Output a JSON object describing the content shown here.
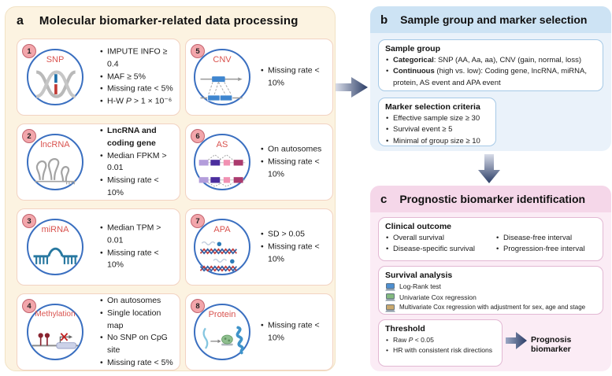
{
  "colors": {
    "arrow_navy": "#2b3d66",
    "panel_a_bg": "#fcf3e1",
    "panel_b_bg": "#eaf2fa",
    "panel_b_band": "#cde3f4",
    "panel_c_bg": "#fbecf5",
    "panel_c_band": "#f5d7e9",
    "card_border": "#f2d2c2",
    "circle_border": "#3a6fc0",
    "label_red": "#d9534f",
    "badge_pink": "#f2a6ab",
    "laptop_blue": "#4e8fd0",
    "laptop_green": "#83b97f",
    "laptop_tan": "#c9a96e"
  },
  "panel_a": {
    "letter": "a",
    "title": "Molecular biomarker-related data processing",
    "cards": [
      {
        "num": "1",
        "label": "SNP",
        "icon": "dna-double-helix-icon",
        "bullets": [
          "IMPUTE INFO ≥ 0.4",
          "MAF ≥ 5%",
          "Missing rate < 5%"
        ],
        "hw": {
          "pre": "H-W ",
          "p": "P",
          "post": " > 1 × 10⁻⁶"
        }
      },
      {
        "num": "2",
        "label": "lncRNA",
        "icon": "rna-hairpin-icon",
        "bold_bullet": "LncRNA and coding gene",
        "bullets": [
          "Median FPKM > 0.01",
          "Missing rate < 10%"
        ]
      },
      {
        "num": "3",
        "label": "miRNA",
        "icon": "mirna-hairpin-icon",
        "bullets": [
          "Median TPM > 0.01",
          "Missing rate < 10%"
        ]
      },
      {
        "num": "4",
        "label": "Methylation",
        "icon": "methylation-lollipop-icon",
        "bullets": [
          "On autosomes",
          "Single location map",
          "No SNP on CpG site",
          "Missing rate < 5%"
        ]
      },
      {
        "num": "5",
        "label": "CNV",
        "icon": "cnv-duplication-icon",
        "bullets": [
          "Missing rate < 10%"
        ]
      },
      {
        "num": "6",
        "label": "AS",
        "icon": "alternative-splicing-icon",
        "bullets": [
          "On autosomes",
          "Missing rate < 10%"
        ]
      },
      {
        "num": "7",
        "label": "APA",
        "icon": "apa-transcript-icon",
        "bullets": [
          "SD > 0.05",
          "Missing rate < 10%"
        ]
      },
      {
        "num": "8",
        "label": "Protein",
        "icon": "protein-structure-icon",
        "bullets": [
          "Missing rate < 10%"
        ]
      }
    ]
  },
  "panel_b": {
    "letter": "b",
    "title": "Sample group and marker selection",
    "sample_group": {
      "title": "Sample group",
      "items": [
        {
          "term": "Categorical",
          "rest": ": SNP (AA, Aa, aa), CNV (gain, normal, loss)"
        },
        {
          "term": "Continuous",
          "rest": " (high vs. low): Coding gene, lncRNA, miRNA, protein, AS event and APA event"
        }
      ]
    },
    "marker_criteria": {
      "title": "Marker selection criteria",
      "items": [
        "Effective sample size ≥ 30",
        "Survival event ≥ 5",
        "Minimal of group size ≥ 10"
      ]
    }
  },
  "panel_c": {
    "letter": "c",
    "title": "Prognostic biomarker identification",
    "clinical_outcome": {
      "title": "Clinical outcome",
      "col1": [
        "Overall survival",
        "Disease-specific survival"
      ],
      "col2": [
        "Disease-free interval",
        "Progression-free interval"
      ]
    },
    "survival_analysis": {
      "title": "Survival analysis",
      "items": [
        "Log-Rank test",
        "Univariate Cox regression",
        "Multivariate Cox regression with adjustment for sex, age and stage"
      ]
    },
    "threshold": {
      "title": "Threshold",
      "p_item": {
        "pre": "Raw ",
        "p": "P",
        "post": " < 0.05"
      },
      "items": [
        "HR with consistent risk directions"
      ]
    },
    "result_label": "Prognosis biomarker"
  }
}
